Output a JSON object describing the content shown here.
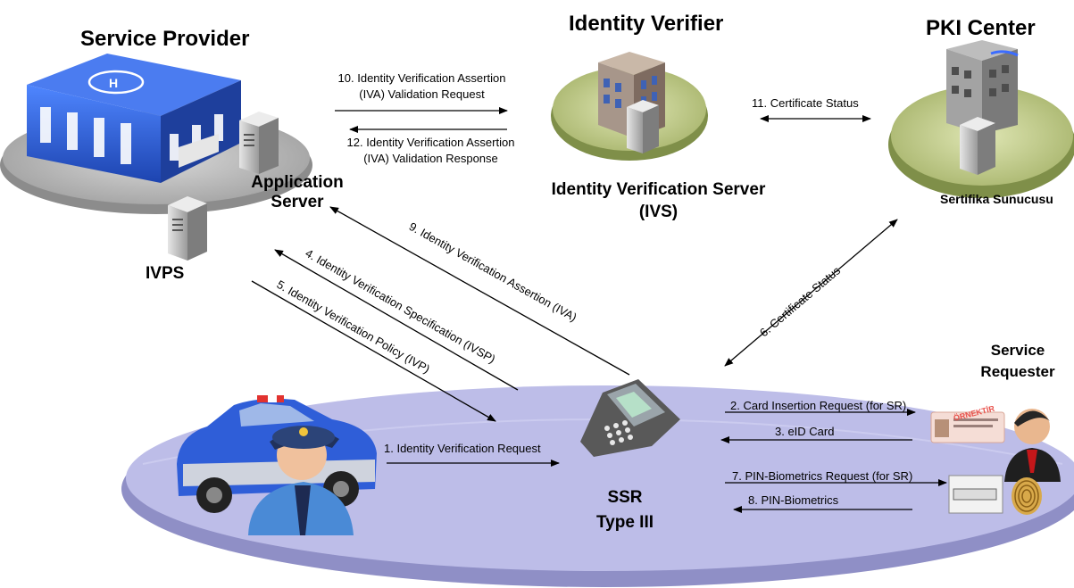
{
  "nodes": {
    "service_provider": "Service Provider",
    "identity_verifier": "Identity Verifier",
    "pki_center": "PKI Center",
    "application_server": "Application Server",
    "ivps": "IVPS",
    "ivs_line1": "Identity Verification Server",
    "ivs_line2": "(IVS)",
    "sertifika": "Sertifika Sunucusu",
    "service_requester_line1": "Service",
    "service_requester_line2": "Requester",
    "ssr_line1": "SSR",
    "ssr_line2": "Type III",
    "card_word": "ÖRNEKTİR"
  },
  "messages": {
    "m1": "1. Identity Verification Request",
    "m2": "2. Card Insertion Request (for SR)",
    "m3": "3. eID Card",
    "m4": "4. Identity Verification Specification (IVSP)",
    "m5": "5. Identity Verification Policy (IVP)",
    "m6": "6. Certificate Status",
    "m7": "7. PIN-Biometrics Request (for SR)",
    "m8": "8. PIN-Biometrics",
    "m9": "9. Identity Verification Assertion (IVA)",
    "m10_line1": "10. Identity Verification Assertion",
    "m10_line2": "(IVA) Validation Request",
    "m11": "11. Certificate Status",
    "m12_line1": "12. Identity Verification Assertion",
    "m12_line2": "(IVA) Validation Response"
  },
  "colors": {
    "platform_fill": "#b9b9e6",
    "platform_edge": "#8d8dc4",
    "building_blue": "#2c5fd6",
    "ground_gray": "#bfbfbf"
  }
}
